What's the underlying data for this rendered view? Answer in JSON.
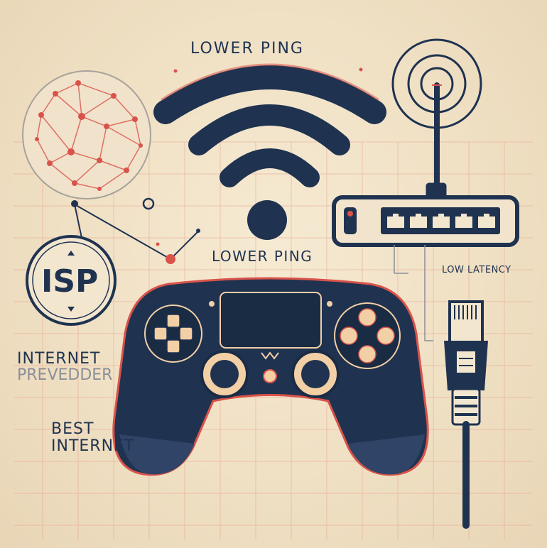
{
  "labels": {
    "top_title": "LOWER PING",
    "mid_title": "LOWER PING",
    "latency": "LOW LATENCY",
    "isp": "ISP",
    "internet_line1": "INTERNET",
    "internet_line2": "PREVEDDER",
    "best_line1": "BEST",
    "best_line2": "INTERNET"
  },
  "colors": {
    "background": "#efe1c8",
    "navy": "#1f3350",
    "accent": "#d9534a",
    "cream": "#f3cfa6"
  },
  "icons": [
    "globe-network-icon",
    "wifi-icon",
    "antenna-icon",
    "router-icon",
    "isp-badge-icon",
    "gamepad-icon",
    "ethernet-cable-icon"
  ]
}
